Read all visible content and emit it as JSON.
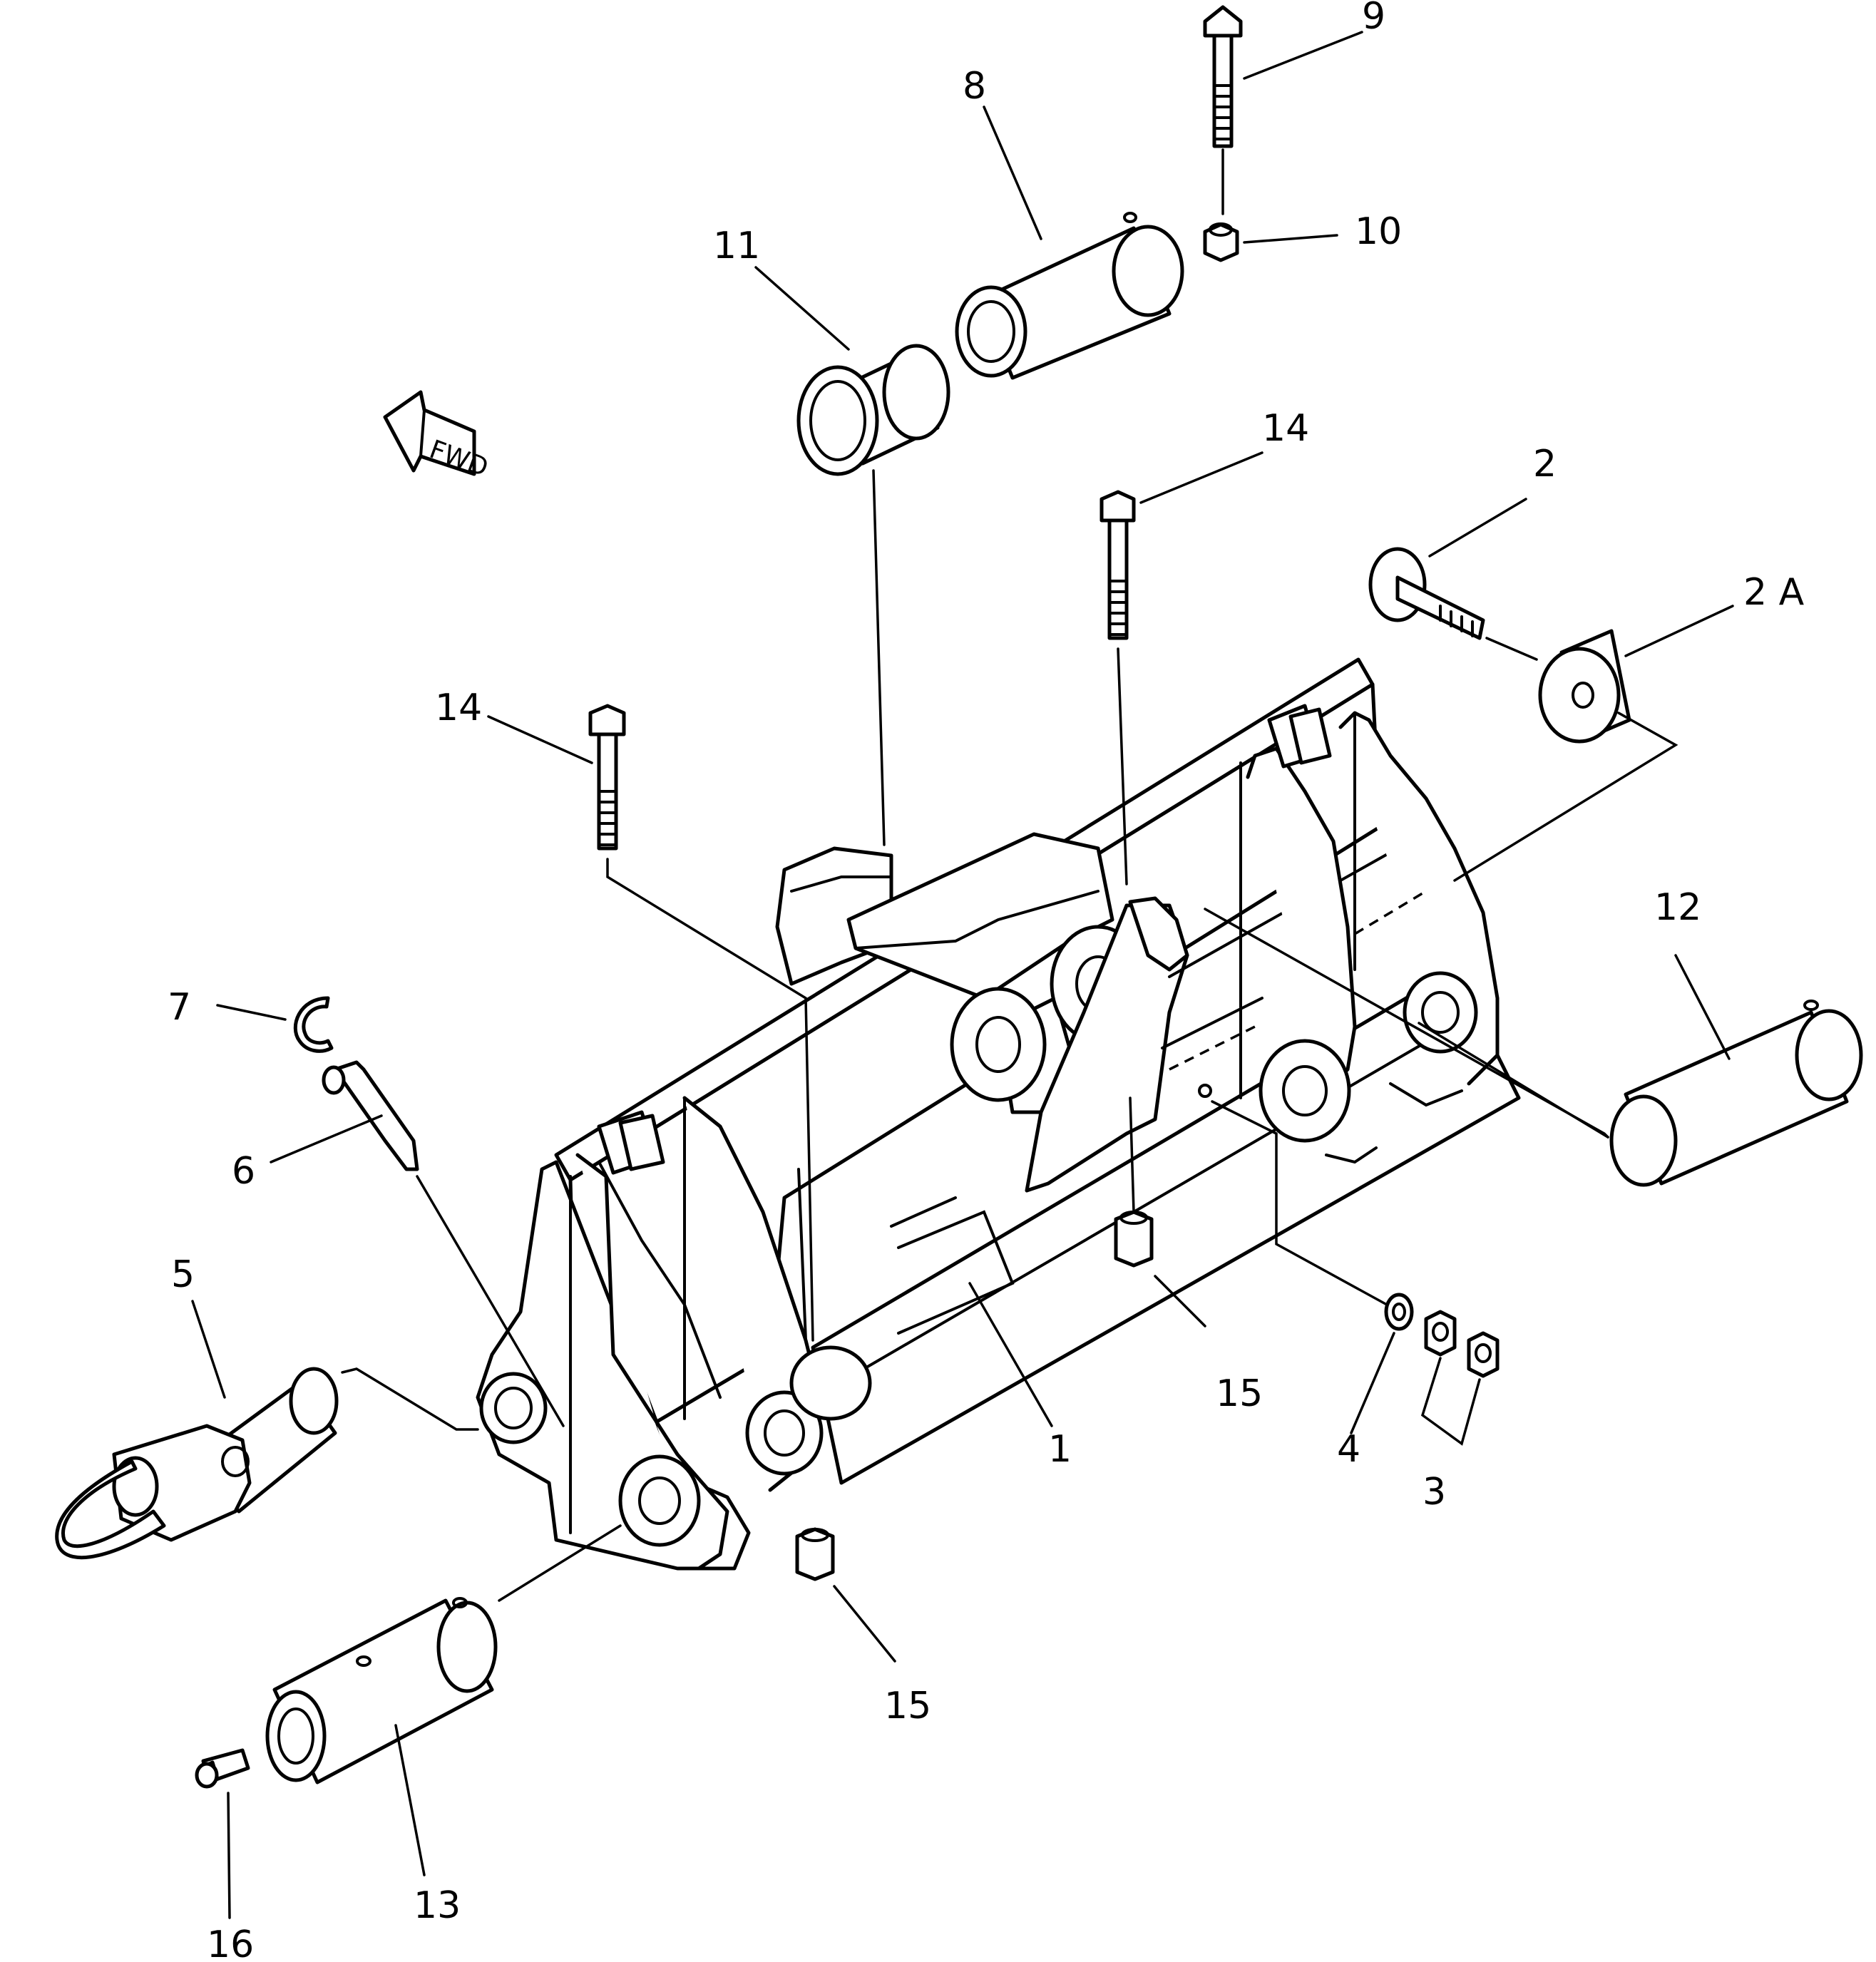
{
  "direction_marker": {
    "label": "FWD"
  },
  "callouts": {
    "c1": "1",
    "c2": "2",
    "c2a": "2 A",
    "c3": "3",
    "c4": "4",
    "c5": "5",
    "c6": "6",
    "c7": "7",
    "c8": "8",
    "c9": "9",
    "c10": "10",
    "c11": "11",
    "c12": "12",
    "c13": "13",
    "c14a": "14",
    "c14b": "14",
    "c15a": "15",
    "c15b": "15",
    "c16": "16"
  }
}
